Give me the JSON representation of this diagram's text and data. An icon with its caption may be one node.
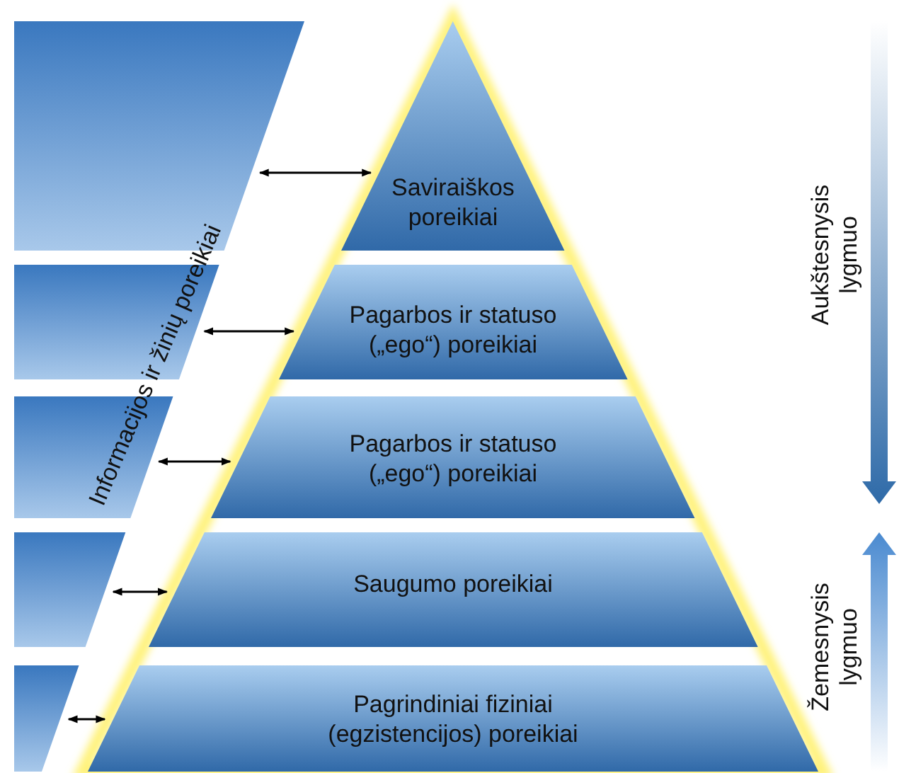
{
  "diagram": {
    "nodes": [
      {
        "text": [
          "Saviraiškos poreikiai"
        ]
      },
      {
        "text": [
          "Pagarbos ir statuso („ego“) poreikiai"
        ]
      },
      {
        "text": [
          "Pagarbos ir statuso („ego“) poreikiai"
        ]
      },
      {
        "text": [
          "Saugumo poreikiai"
        ]
      },
      {
        "text": [
          "Pagrindiniai fiziniai (egzistencijos) poreikiai"
        ]
      },
      {
        "text": [],
        "shape": "box"
      },
      {
        "text": [],
        "shape": "box"
      },
      {
        "text": [],
        "shape": "box"
      },
      {
        "text": [],
        "shape": "box"
      },
      {
        "text": [],
        "shape": "box"
      }
    ],
    "edges": [
      {
        "from": 5,
        "to": 0,
        "arrow": "both"
      },
      {
        "from": 6,
        "to": 1,
        "arrow": "both"
      },
      {
        "from": 7,
        "to": 2,
        "arrow": "both"
      },
      {
        "from": 8,
        "to": 3,
        "arrow": "both"
      },
      {
        "from": 9,
        "to": 4,
        "arrow": "both"
      }
    ],
    "labels": [
      "Informacijos ir žinių poreikiai",
      "Aukštesnysis lygmuo",
      "Žemesnysis lygmuo"
    ]
  }
}
